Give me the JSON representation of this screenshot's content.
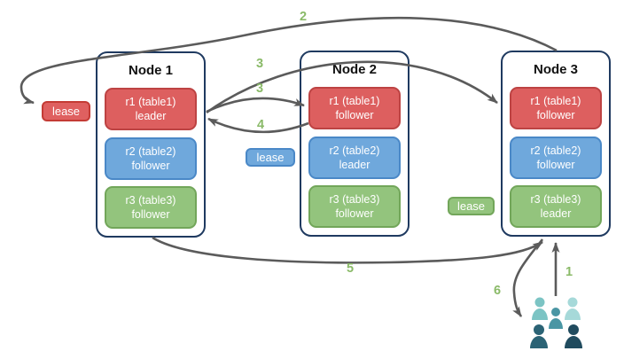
{
  "nodes": [
    {
      "title": "Node 1",
      "replicas": [
        {
          "name": "r1 (table1)",
          "role": "leader",
          "color": "red"
        },
        {
          "name": "r2 (table2)",
          "role": "follower",
          "color": "blue"
        },
        {
          "name": "r3 (table3)",
          "role": "follower",
          "color": "green"
        }
      ]
    },
    {
      "title": "Node 2",
      "replicas": [
        {
          "name": "r1 (table1)",
          "role": "follower",
          "color": "red"
        },
        {
          "name": "r2 (table2)",
          "role": "leader",
          "color": "blue"
        },
        {
          "name": "r3 (table3)",
          "role": "follower",
          "color": "green"
        }
      ]
    },
    {
      "title": "Node 3",
      "replicas": [
        {
          "name": "r1 (table1)",
          "role": "follower",
          "color": "red"
        },
        {
          "name": "r2 (table2)",
          "role": "follower",
          "color": "blue"
        },
        {
          "name": "r3 (table3)",
          "role": "leader",
          "color": "green"
        }
      ]
    }
  ],
  "leases": [
    {
      "label": "lease",
      "color": "red"
    },
    {
      "label": "lease",
      "color": "blue"
    },
    {
      "label": "lease",
      "color": "green"
    }
  ],
  "steps": {
    "s1": "1",
    "s2": "2",
    "s3a": "3",
    "s3b": "3",
    "s4": "4",
    "s5": "5",
    "s6": "6"
  },
  "icons": {
    "clients": "people-group-icon"
  },
  "colors": {
    "replica_red": "#dd5f5f",
    "replica_red_border": "#bd4343",
    "replica_blue": "#6fa8dc",
    "replica_blue_border": "#4a88c7",
    "replica_green": "#93c47d",
    "replica_green_border": "#72a65a",
    "node_border": "#1f3a60",
    "arrow": "#5b5b5b",
    "step_label": "#8aba68",
    "people": [
      "#7cc4c4",
      "#a6d9d9",
      "#4a96a4",
      "#2b6375",
      "#204b5e"
    ]
  }
}
